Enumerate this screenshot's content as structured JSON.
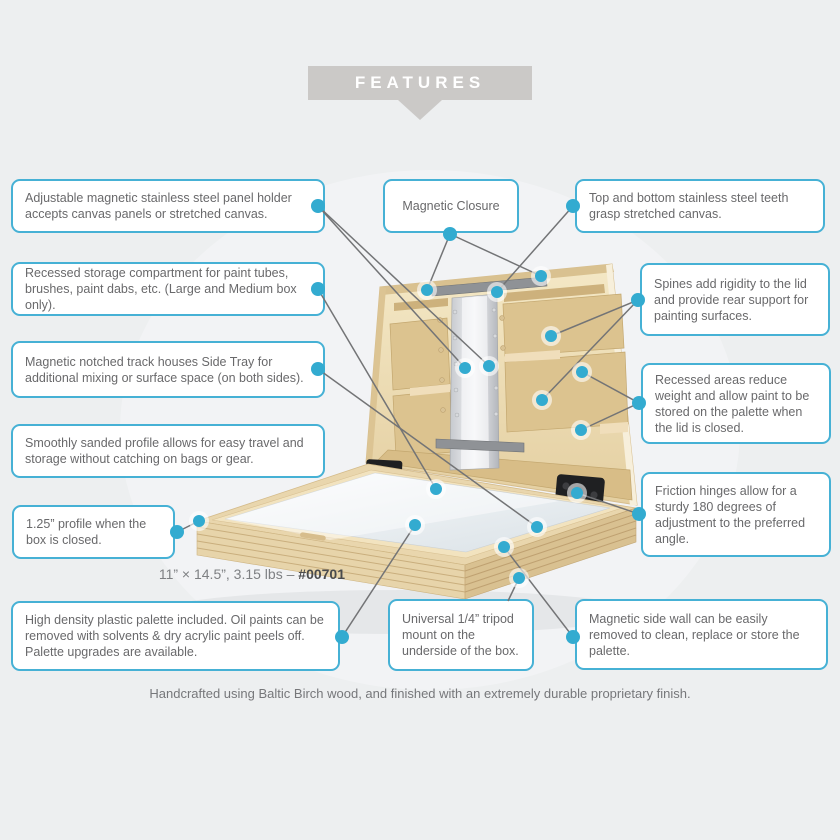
{
  "header": {
    "title": "FEATURES"
  },
  "specs": {
    "text": "11” × 14.5”, 3.15 lbs – ",
    "sku": "#00701"
  },
  "footer": {
    "text": "Handcrafted using Baltic Birch wood, and finished with an extremely durable proprietary finish."
  },
  "colors": {
    "accent": "#46b1d5",
    "anchor_dot": "#33abd0",
    "banner": "#cbc9c7",
    "background": "#edeff0",
    "wood": "#ecd9b0"
  },
  "callouts": [
    {
      "id": "panel-holder",
      "text": "Adjustable magnetic stainless steel panel holder accepts canvas panels or stretched canvas."
    },
    {
      "id": "magnetic-closure",
      "text": "Magnetic Closure"
    },
    {
      "id": "canvas-teeth",
      "text": "Top and bottom stainless steel teeth grasp stretched canvas."
    },
    {
      "id": "storage-compartment",
      "text": "Recessed storage compartment for paint tubes, brushes, paint dabs, etc. (Large and Medium box only)."
    },
    {
      "id": "notched-track",
      "text": "Magnetic notched track houses Side Tray for additional mixing or surface space (on both sides)."
    },
    {
      "id": "sanded-profile",
      "text": "Smoothly sanded profile allows for easy travel and storage without catching on bags or gear."
    },
    {
      "id": "closed-profile",
      "text": "1.25” profile when the box is closed."
    },
    {
      "id": "spines",
      "text": "Spines add rigidity to the lid and provide rear support for painting surfaces."
    },
    {
      "id": "recessed-areas",
      "text": "Recessed areas reduce weight and allow paint to be stored on the palette when the lid is closed."
    },
    {
      "id": "friction-hinges",
      "text": "Friction hinges allow for a sturdy 180 degrees of adjustment to the preferred angle."
    },
    {
      "id": "palette",
      "text": "High density plastic palette included. Oil paints can be removed with solvents & dry acrylic paint peels off. Palette upgrades are available."
    },
    {
      "id": "tripod-mount",
      "text": "Universal 1/4” tripod mount on the underside of the box."
    },
    {
      "id": "side-wall",
      "text": "Magnetic side wall can be easily removed to clean, replace or store the palette."
    }
  ]
}
